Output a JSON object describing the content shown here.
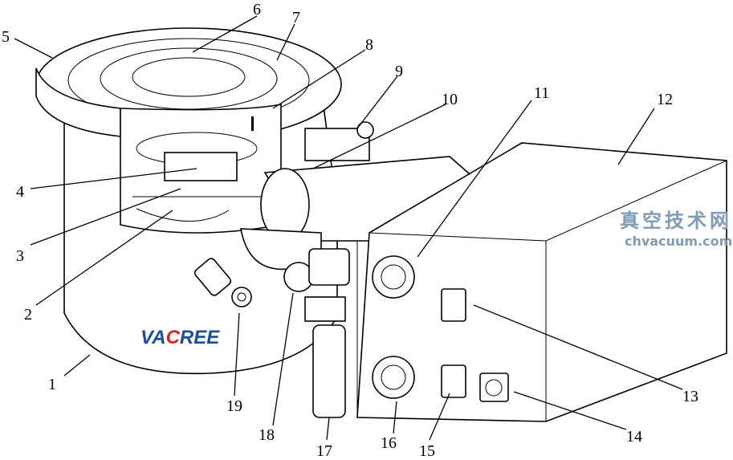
{
  "figure": {
    "logo": {
      "part1": "VA",
      "part2": "C",
      "part3": "REE"
    },
    "watermark": {
      "chinese": "真空技术网",
      "url": "chvacuum.com"
    },
    "labels": [
      "1",
      "2",
      "3",
      "4",
      "5",
      "6",
      "7",
      "8",
      "9",
      "10",
      "11",
      "12",
      "13",
      "14",
      "15",
      "16",
      "17",
      "18",
      "19"
    ],
    "colors": {
      "logo_blue": "#1a4fa0",
      "logo_red": "#e02020",
      "watermark": "#7f9bb8"
    }
  }
}
